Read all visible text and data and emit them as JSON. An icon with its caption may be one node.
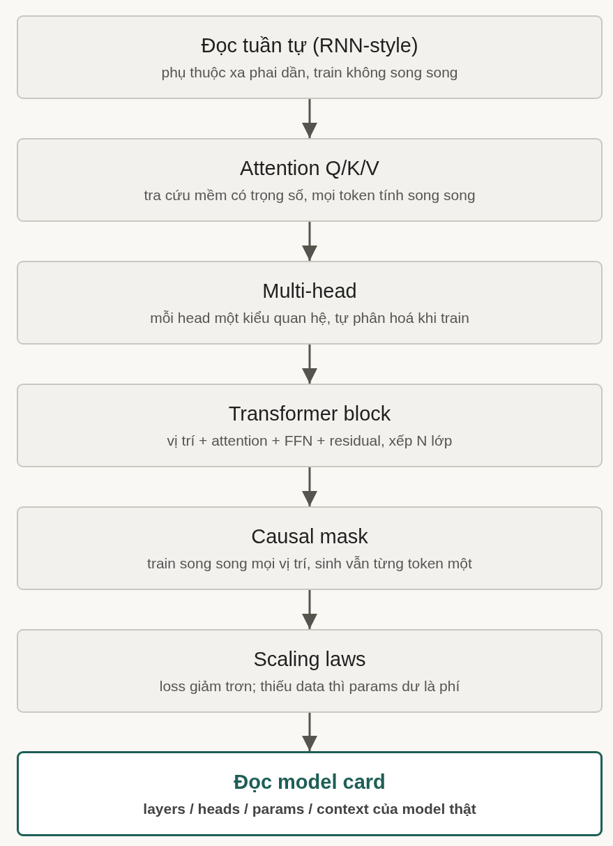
{
  "diagram": {
    "nodes": [
      {
        "text": [
          "Đọc tuần tự (RNN-style)",
          "phụ thuộc xa phai dần, train không song song"
        ]
      },
      {
        "text": [
          "Attention Q/K/V",
          "tra cứu mềm có trọng số, mọi token tính song song"
        ]
      },
      {
        "text": [
          "Multi-head",
          "mỗi head một kiểu quan hệ, tự phân hoá khi train"
        ]
      },
      {
        "text": [
          "Transformer block",
          "vị trí + attention + FFN + residual, xếp N lớp"
        ]
      },
      {
        "text": [
          "Causal mask",
          "train song song mọi vị trí, sinh vẫn từng token một"
        ]
      },
      {
        "text": [
          "Scaling laws",
          "loss giảm trơn; thiếu data thì params dư là phí"
        ]
      },
      {
        "text": [
          "Đọc model card",
          "layers / heads / params / context của model thật"
        ]
      }
    ],
    "edges": [
      {
        "from": 0,
        "to": 1,
        "arrow": "to"
      },
      {
        "from": 1,
        "to": 2,
        "arrow": "to"
      },
      {
        "from": 2,
        "to": 3,
        "arrow": "to"
      },
      {
        "from": 3,
        "to": 4,
        "arrow": "to"
      },
      {
        "from": 4,
        "to": 5,
        "arrow": "to"
      },
      {
        "from": 5,
        "to": 6,
        "arrow": "to"
      }
    ]
  }
}
